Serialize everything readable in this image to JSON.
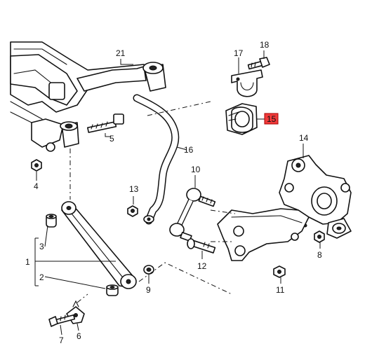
{
  "callouts": {
    "c1": "1",
    "c2": "2",
    "c3": "3",
    "c4": "4",
    "c5": "5",
    "c6": "6",
    "c7": "7",
    "c8": "8",
    "c9": "9",
    "c10": "10",
    "c11": "11",
    "c12": "12",
    "c13": "13",
    "c14": "14",
    "c15": "15",
    "c16": "16",
    "c17": "17",
    "c18": "18",
    "c21": "21"
  },
  "highlight": {
    "color": "#f03a3a",
    "part": "15"
  }
}
